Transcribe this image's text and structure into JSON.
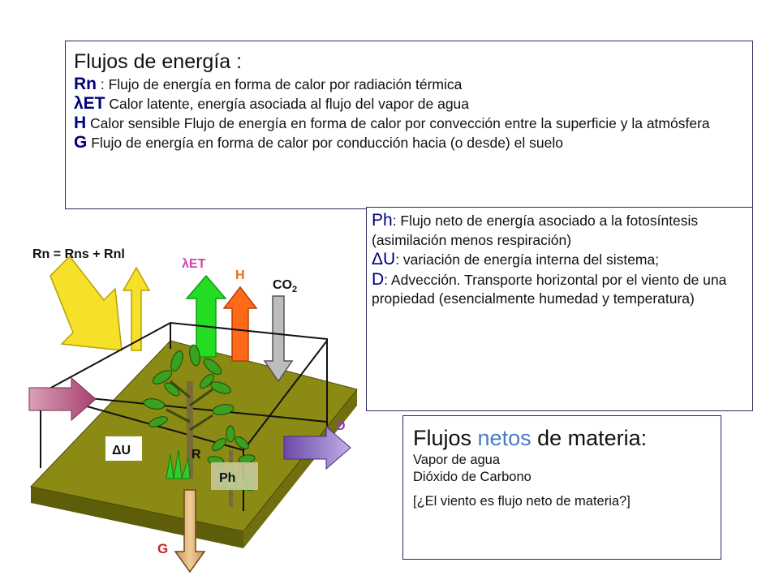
{
  "flujos": {
    "title": "Flujos de energía :",
    "items": [
      {
        "key": "Rn",
        "text": " : Flujo de energía en forma de calor por radiación térmica"
      },
      {
        "key": "λET",
        "text": " Calor latente, energía asociada al flujo del vapor de agua"
      },
      {
        "key": "H",
        "text": " Calor sensible Flujo de energía en forma de calor por convección entre la superficie y la atmósfera"
      },
      {
        "key": "G",
        "text": " Flujo de energía en forma de calor por conducción hacia (o desde) el suelo"
      }
    ]
  },
  "otros": {
    "items": [
      {
        "key": "Ph",
        "text": ": Flujo neto de energía asociado a la fotosíntesis (asimilación menos respiración)"
      },
      {
        "key": "ΔU",
        "text": ": variación de energía interna del sistema;"
      },
      {
        "key": "D",
        "text": ": Advección. Transporte horizontal por el viento de una propiedad (esencialmente humedad y temperatura)"
      }
    ]
  },
  "materia": {
    "title_pre": "Flujos ",
    "title_hl": "netos",
    "title_post": " de materia:",
    "lines": [
      "Vapor de agua",
      "Dióxido de Carbono"
    ],
    "question": "[¿El viento es flujo neto de materia?]"
  },
  "labels": {
    "rn": "Rn = Rns + Rnl",
    "let": "λET",
    "h": "H",
    "co2": "CO",
    "co2_sub": "2",
    "d": "D",
    "du": "ΔU",
    "ph": "Ph",
    "r": "R",
    "g": "G"
  },
  "colors": {
    "ground": "#8a8a14",
    "ground_dark": "#5e5e0a",
    "ground_light": "#a4a428",
    "yellow": "#f5e12a",
    "green": "#22dd22",
    "orange": "#ff6a1a",
    "gray": "#bdbdbd",
    "pink": "#b0527a",
    "purple": "#8e6ec2",
    "tan": "#e0b87a",
    "let_label": "#d63fb0",
    "h_label": "#e07020",
    "d_label": "#9933cc",
    "g_label": "#cc2222"
  }
}
